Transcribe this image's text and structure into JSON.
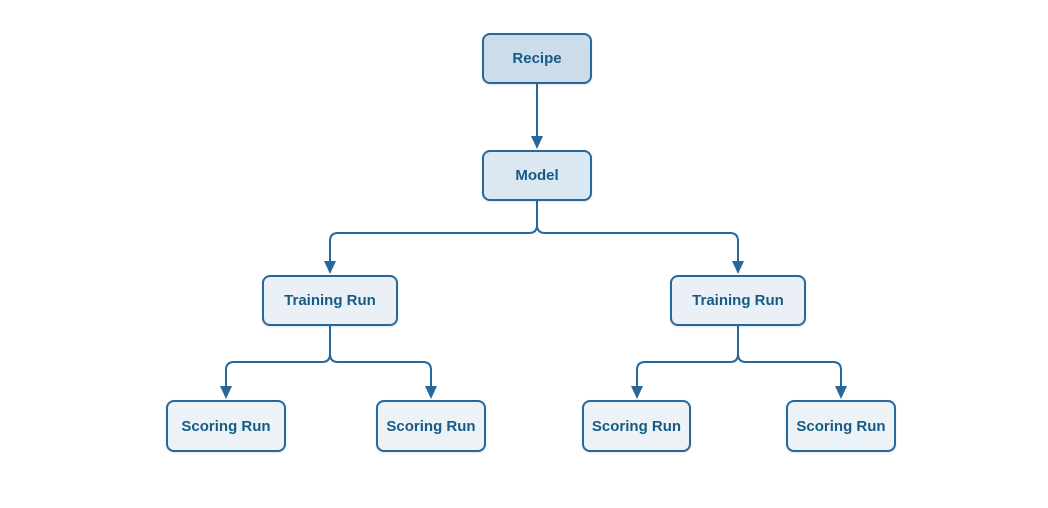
{
  "diagram": {
    "nodes": [
      {
        "id": "recipe",
        "label": "Recipe"
      },
      {
        "id": "model",
        "label": "Model"
      },
      {
        "id": "training-run-left",
        "label": "Training Run"
      },
      {
        "id": "training-run-right",
        "label": "Training Run"
      },
      {
        "id": "scoring-run-1",
        "label": "Scoring Run"
      },
      {
        "id": "scoring-run-2",
        "label": "Scoring Run"
      },
      {
        "id": "scoring-run-3",
        "label": "Scoring Run"
      },
      {
        "id": "scoring-run-4",
        "label": "Scoring Run"
      }
    ],
    "edges": [
      {
        "from": "recipe",
        "to": "model"
      },
      {
        "from": "model",
        "to": "training-run-left"
      },
      {
        "from": "model",
        "to": "training-run-right"
      },
      {
        "from": "training-run-left",
        "to": "scoring-run-1"
      },
      {
        "from": "training-run-left",
        "to": "scoring-run-2"
      },
      {
        "from": "training-run-right",
        "to": "scoring-run-3"
      },
      {
        "from": "training-run-right",
        "to": "scoring-run-4"
      }
    ],
    "colors": {
      "background": "#ffffff",
      "stroke": "#26689c",
      "text": "#155b87",
      "fill_recipe": "#ccdce8",
      "fill_model": "#dce8f1",
      "fill_training_run": "#eaf0f6",
      "fill_scoring_run": "#edf2f7"
    }
  }
}
